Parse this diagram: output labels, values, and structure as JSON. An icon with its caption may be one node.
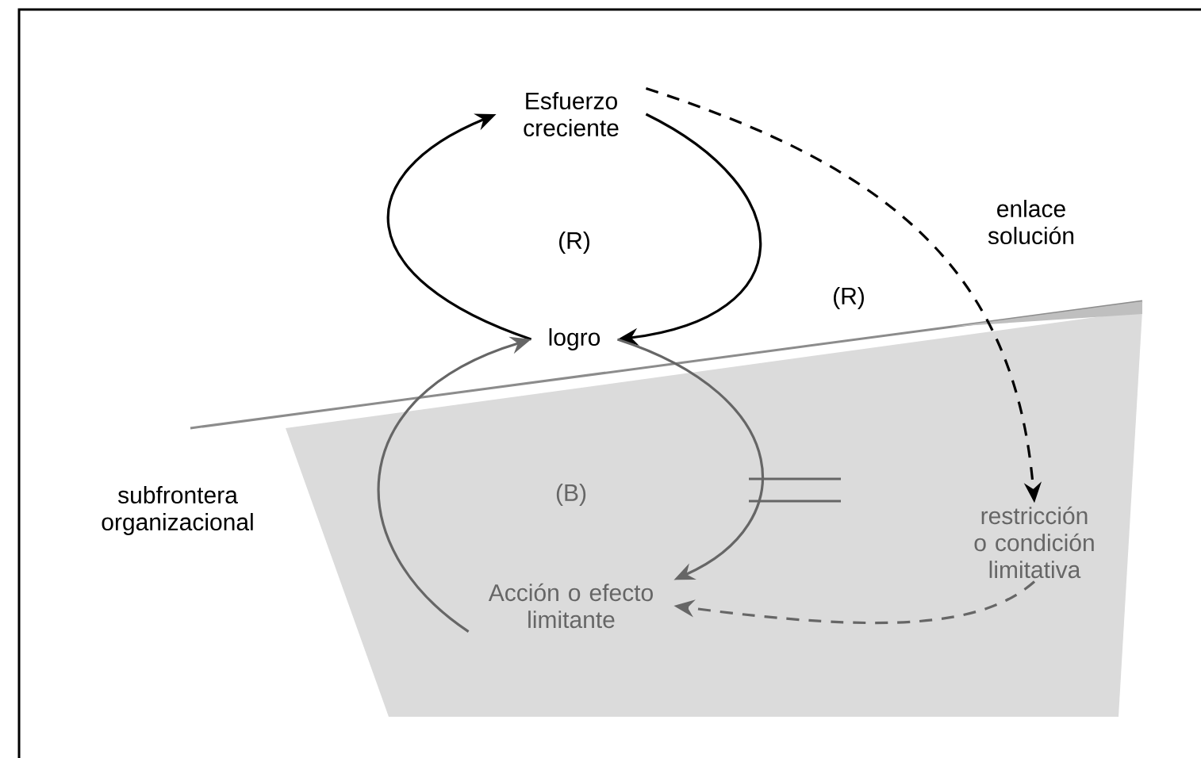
{
  "diagram": {
    "nodes": [
      {
        "text": [
          "Esfuerzo creciente"
        ]
      },
      {
        "text": [
          "logro"
        ]
      },
      {
        "text": [
          "Acción o efecto limitante"
        ]
      },
      {
        "text": [
          "restricción o condición limitativa"
        ]
      }
    ],
    "edges": [
      {
        "from": 1,
        "to": 0,
        "arrow": "to"
      },
      {
        "from": 0,
        "to": 1,
        "arrow": "to"
      },
      {
        "from": 1,
        "to": 2,
        "arrow": "to",
        "color": "#666666"
      },
      {
        "from": 2,
        "to": 1,
        "arrow": "to",
        "color": "#666666"
      },
      {
        "from": 0,
        "to": 3,
        "arrow": "to",
        "style": "dashed",
        "label": "enlace solución"
      },
      {
        "from": 3,
        "to": 2,
        "arrow": "to",
        "style": "dashed",
        "color": "#666666"
      }
    ],
    "labels": [
      "(R)",
      "(R)",
      "subfrontera organizacional",
      "(B)"
    ]
  }
}
